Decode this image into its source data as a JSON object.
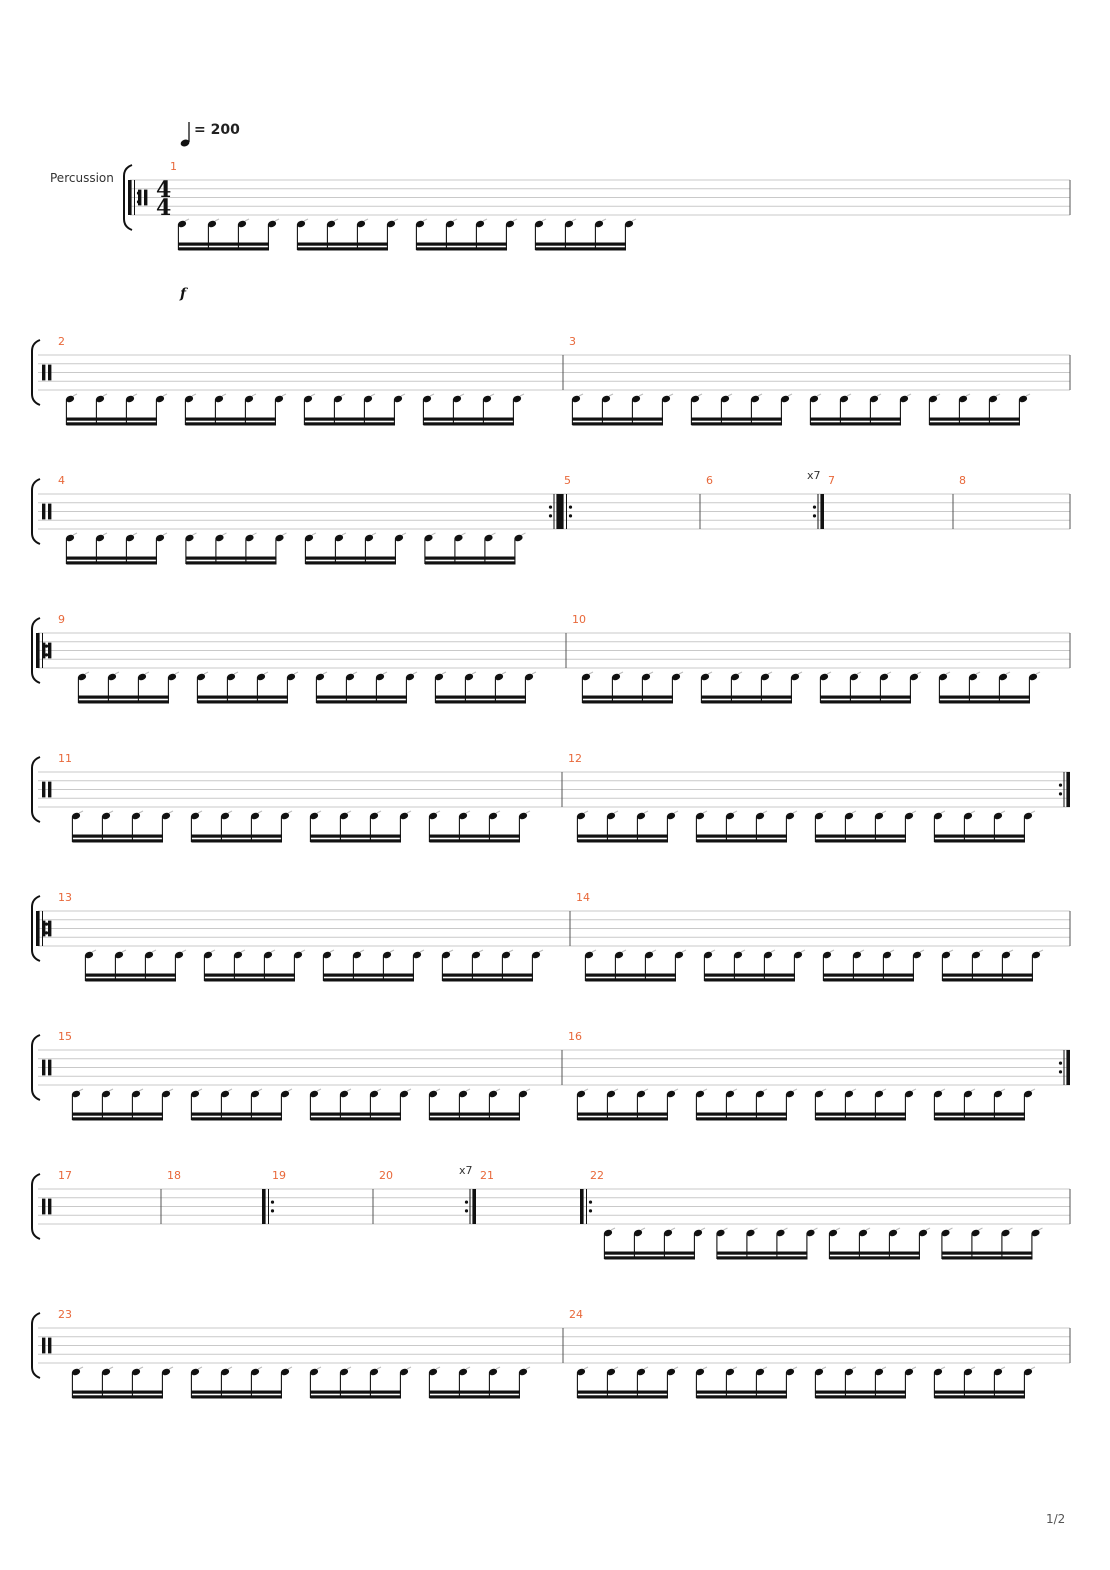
{
  "score": {
    "instrument": "Percussion",
    "tempo": "= 200",
    "time_signature": {
      "top": "4",
      "bottom": "4"
    },
    "dynamic": "f",
    "page_number": "1/2",
    "systems": [
      {
        "measures": [
          {
            "number": "1",
            "notes": true,
            "start_repeat": true
          }
        ]
      },
      {
        "measures": [
          {
            "number": "2",
            "notes": true
          },
          {
            "number": "3",
            "notes": true
          }
        ]
      },
      {
        "measures": [
          {
            "number": "4",
            "notes": true,
            "end_repeat": true
          },
          {
            "number": "5",
            "notes": false,
            "start_repeat": true
          },
          {
            "number": "6",
            "notes": false,
            "end_repeat": true,
            "repeat_count": "x7"
          },
          {
            "number": "7",
            "notes": false
          },
          {
            "number": "8",
            "notes": false
          }
        ]
      },
      {
        "measures": [
          {
            "number": "9",
            "notes": true,
            "start_repeat": true
          },
          {
            "number": "10",
            "notes": true
          }
        ]
      },
      {
        "measures": [
          {
            "number": "11",
            "notes": true
          },
          {
            "number": "12",
            "notes": true,
            "end_repeat": true
          }
        ]
      },
      {
        "measures": [
          {
            "number": "13",
            "notes": true,
            "start_repeat": true
          },
          {
            "number": "14",
            "notes": true
          }
        ]
      },
      {
        "measures": [
          {
            "number": "15",
            "notes": true
          },
          {
            "number": "16",
            "notes": true,
            "end_repeat": true
          }
        ]
      },
      {
        "measures": [
          {
            "number": "17",
            "notes": false
          },
          {
            "number": "18",
            "notes": false
          },
          {
            "number": "19",
            "notes": false,
            "start_repeat": true
          },
          {
            "number": "20",
            "notes": false,
            "end_repeat": true,
            "repeat_count": "x7"
          },
          {
            "number": "21",
            "notes": false
          },
          {
            "number": "22",
            "notes": true,
            "start_repeat": true
          }
        ]
      },
      {
        "measures": [
          {
            "number": "23",
            "notes": true
          },
          {
            "number": "24",
            "notes": true
          }
        ]
      }
    ]
  }
}
